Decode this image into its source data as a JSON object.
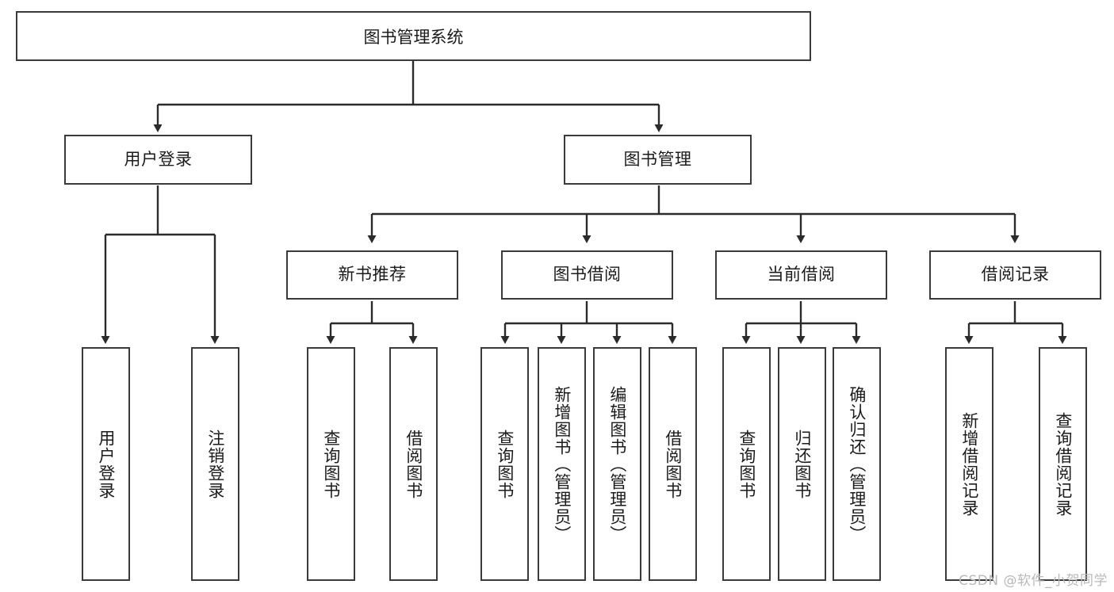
{
  "diagram": {
    "title": "图书管理系统",
    "type": "hierarchy-tree",
    "watermark": "CSDN @软件_小贺同学",
    "colors": {
      "box_border": "#3a3a3a",
      "box_fill": "#ffffff",
      "connector": "#2b2b2b",
      "text": "#1b1b1b",
      "watermark": "#b9b9b9",
      "background": "#ffffff"
    },
    "levels": {
      "root": "图书管理系统",
      "level1": [
        "用户登录",
        "图书管理"
      ],
      "level2": [
        "新书推荐",
        "图书借阅",
        "当前借阅",
        "借阅记录"
      ]
    },
    "nodes": {
      "root": {
        "label": "图书管理系统",
        "orientation": "horizontal"
      },
      "user_login": {
        "label": "用户登录",
        "orientation": "horizontal"
      },
      "book_mgmt": {
        "label": "图书管理",
        "orientation": "horizontal"
      },
      "new_book_rec": {
        "label": "新书推荐",
        "orientation": "horizontal"
      },
      "book_borrow": {
        "label": "图书借阅",
        "orientation": "horizontal"
      },
      "current_borrow": {
        "label": "当前借阅",
        "orientation": "horizontal"
      },
      "borrow_record": {
        "label": "借阅记录",
        "orientation": "horizontal"
      },
      "leaf_user_login": {
        "label": "用户登录",
        "orientation": "vertical"
      },
      "leaf_logout": {
        "label": "注销登录",
        "orientation": "vertical"
      },
      "leaf_query_book_a": {
        "label": "查询图书",
        "orientation": "vertical"
      },
      "leaf_borrow_book_a": {
        "label": "借阅图书",
        "orientation": "vertical"
      },
      "leaf_query_book_b": {
        "label": "查询图书",
        "orientation": "vertical"
      },
      "leaf_add_book": {
        "label": "新增图书（管理员）",
        "orientation": "vertical"
      },
      "leaf_edit_book": {
        "label": "编辑图书（管理员）",
        "orientation": "vertical"
      },
      "leaf_borrow_book_b": {
        "label": "借阅图书",
        "orientation": "vertical"
      },
      "leaf_query_book_c": {
        "label": "查询图书",
        "orientation": "vertical"
      },
      "leaf_return_book": {
        "label": "归还图书",
        "orientation": "vertical"
      },
      "leaf_confirm_return": {
        "label": "确认归还（管理员）",
        "orientation": "vertical"
      },
      "leaf_add_record": {
        "label": "新增借阅记录",
        "orientation": "vertical"
      },
      "leaf_query_record": {
        "label": "查询借阅记录",
        "orientation": "vertical"
      }
    },
    "edges": [
      {
        "from": "图书管理系统",
        "to": "用户登录"
      },
      {
        "from": "图书管理系统",
        "to": "图书管理"
      },
      {
        "from": "用户登录",
        "to": "用户登录"
      },
      {
        "from": "用户登录",
        "to": "注销登录"
      },
      {
        "from": "图书管理",
        "to": "新书推荐"
      },
      {
        "from": "图书管理",
        "to": "图书借阅"
      },
      {
        "from": "图书管理",
        "to": "当前借阅"
      },
      {
        "from": "图书管理",
        "to": "借阅记录"
      },
      {
        "from": "新书推荐",
        "to": "查询图书"
      },
      {
        "from": "新书推荐",
        "to": "借阅图书"
      },
      {
        "from": "图书借阅",
        "to": "查询图书"
      },
      {
        "from": "图书借阅",
        "to": "新增图书（管理员）"
      },
      {
        "from": "图书借阅",
        "to": "编辑图书（管理员）"
      },
      {
        "from": "图书借阅",
        "to": "借阅图书"
      },
      {
        "from": "当前借阅",
        "to": "查询图书"
      },
      {
        "from": "当前借阅",
        "to": "归还图书"
      },
      {
        "from": "当前借阅",
        "to": "确认归还（管理员）"
      },
      {
        "from": "借阅记录",
        "to": "新增借阅记录"
      },
      {
        "from": "借阅记录",
        "to": "查询借阅记录"
      }
    ]
  }
}
